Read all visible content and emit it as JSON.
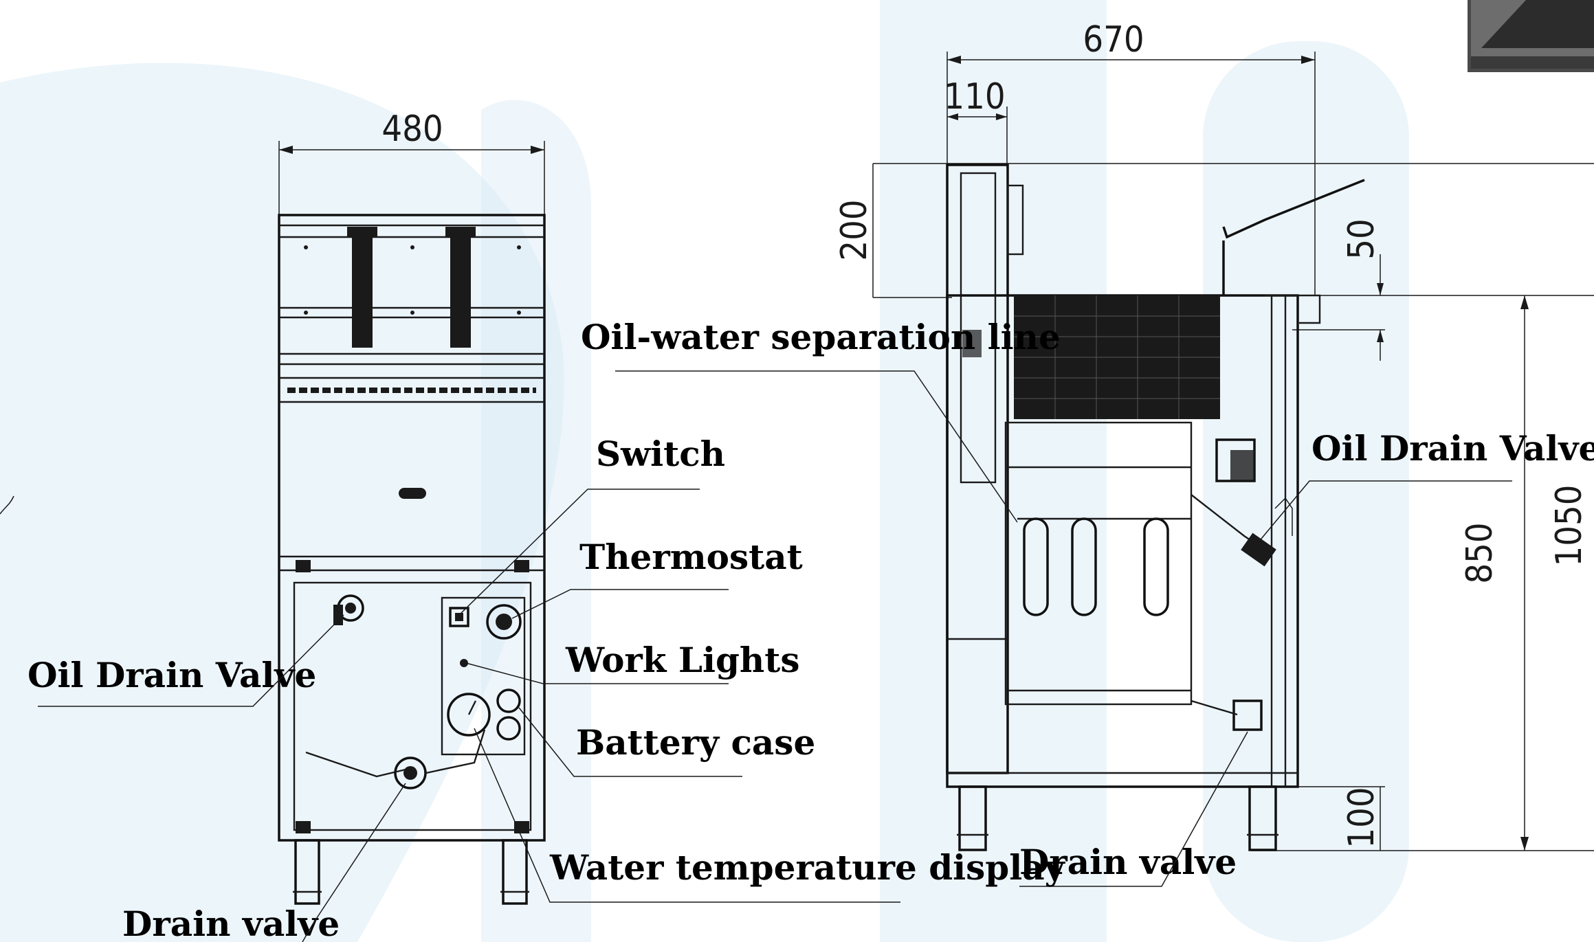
{
  "front_view": {
    "width_dim": "480",
    "labels": {
      "switch": "Switch",
      "thermostat": "Thermostat",
      "work_lights": "Work Lights",
      "battery_case": "Battery case",
      "water_temp_display": "Water temperature display",
      "oil_drain_valve": "Oil Drain Valve",
      "drain_valve": "Drain valve"
    }
  },
  "side_view": {
    "dims": {
      "total_depth": "670",
      "rear_offset": "110",
      "top_height": "200",
      "lip_height": "50",
      "body_height": "850",
      "total_height": "1050",
      "leg_height": "100"
    },
    "labels": {
      "oil_water_line": "Oil-water separation line",
      "oil_drain_valve": "Oil Drain Valve",
      "drain_valve": "Drain valve"
    }
  },
  "colors": {
    "line": "#1a1a1a",
    "watermark": "#dcecf6"
  }
}
